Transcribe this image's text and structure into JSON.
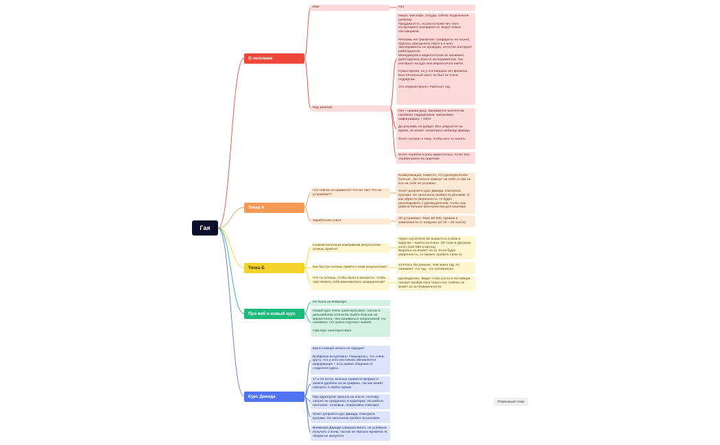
{
  "root": {
    "label": "Гая"
  },
  "colors": {
    "red": "#f0473b",
    "orange": "#f59a54",
    "yellow": "#f5d22a",
    "green": "#1db97a",
    "blue": "#4f73f2",
    "root": "#0d0d2b"
  },
  "branches": [
    {
      "label": "О человеке"
    },
    {
      "label": "Точка А"
    },
    {
      "label": "Точка Б"
    },
    {
      "label": "Про веб и новый курс"
    },
    {
      "label": "Курс Давида"
    }
  ],
  "about": {
    "name_label": "Имя",
    "name_value": "Гая",
    "occupation_label": "Род занятий",
    "occupation_text1": "Ниша: чай кофе, посуда, сейчас подключили рыбалку.\nПродажи есть, но роста прям нет, хотя ассортимент расширяется. Берут новых поставщиков.\n\nРекламы нет (включает трафареты на озоне).\nУдалось преодолеть порог в 4 млн. Эксперименты не проводит, хотя Гая агитирует работодателя.\nМенеджеров и маркетологов не нанимает, работодатель боится экспериментов. Гая агитирует на курс или маркетолога найти.\n\nНужно время, но у поставщика нет времени. Был печальный опыт, он был не очень подрядчик.\n\nЭто первый проект. Работает год.",
    "occupation_text2": "Гая – правая рука. Занимается контентом, нанимает подрядчиков, заказывает инфографику + СЕО\n\nДо рекламы не дойдет. Все упирается на время, не может посмотреть вебинар Давида.\n\nХочет склонит к тому, чтобы кого то нанять",
    "occupation_text3": "Хочет перейти в роль маркетолога. Хочет все отрабатывать на практике."
  },
  "point_a": {
    "q1_label": "Что сейчас не нравится? Что не так? Что не устраивает?",
    "q1_answer": "Коммуникация. Кажется, что руководителем больше.. Он сильно замкнут на себе, в сам он все на себе не успевает.\n\nХочет допройти курс Давида. Смотрела кусками. Не заполнила пробел по рекламе. И как обрести уверенность, то будет разговаривать с руководителем, чтобы она давала больше пространства для маневра",
    "q2_label": "Заработная плата",
    "q2_answer": "ЗП устраивает. Фикс 80 000, премии в зависимости от нагрузки (от 15 – 25 тысяч)"
  },
  "point_b": {
    "q1_label": "К каким понятным измеримым результатам хочешь прийти?",
    "q1_answer": "Через год хотела бы вырасти в 2 раза в выручке – выйти на 8 млн. ЗП тоже в два раза хочет (160 000 в месяц)\nВыручка на влияет на зп. Если будет уверенность, то сможет пробить свою зп",
    "q2_label": "Как быстро хочешь прийти к этим результатам?",
    "q2_answer": "хотелось бы раньше, чем через год, но понимает, что год - это оптимально",
    "q3_label": "Что ты хочешь, чтобы было в процессе, чтобы чувствовать себя максимально защищенным?",
    "q3_answer": "руководитель. Видит точки роста и поставщик говорит пробуй пока такого нет. Сейчас не может из за неуверенности."
  },
  "web": {
    "item1": "Не была на вебинаре",
    "item2": "Новый курс очень заинтересовал, так как в дальнейшем хотела бы выйти больше на маркетолога, чем заниматься оперативкой. Но понимает, что нужно подтянут знания.\n\nСам курс заинтересовал"
  },
  "david": {
    "item1": "Как в спикере ничего не смущает\n\nВыбирала интуитивно. Показалось, что очень круто, что у него постоянно обновляется информация + есть живое общение от создателя курса.",
    "item2": "17 и 23 поток. Больше нравится формат в записи удобнее из-за графика, так как может смотреть в любое время",
    "item3": "Про кураторов: пришла на опыте, поэтому сильно не нуждалась в кураторах. Но работа неплохая, толковые, оперативно отвечают",
    "item4": "Хочет допройти курс Давида. Смотрела кусками. Не заполнила пробел по рекламе.",
    "item5": "Внимания Давида слишком много, не успевала получать о всем, так как не хватало времени. В общем не жалуется."
  },
  "floating": {
    "label": "Плавающая тема"
  }
}
